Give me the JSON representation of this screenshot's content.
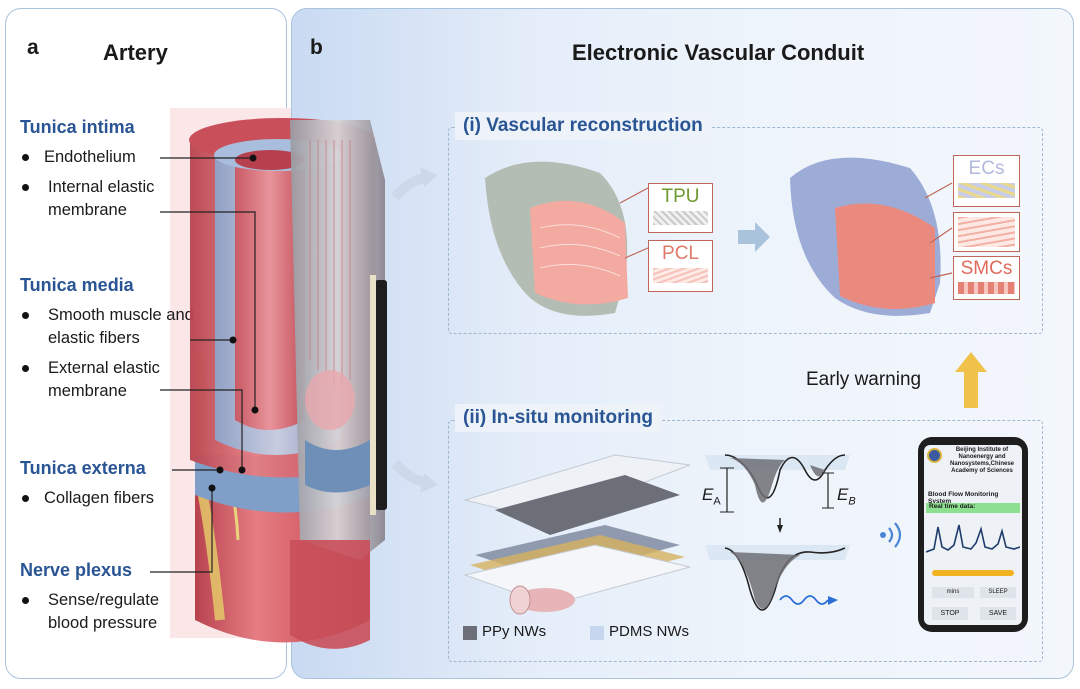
{
  "panel_a": {
    "label": "a",
    "title": "Artery",
    "layers": [
      {
        "heading": "Tunica intima",
        "items": [
          "Endothelium",
          "Internal elastic membrane"
        ]
      },
      {
        "heading": "Tunica media",
        "items": [
          "Smooth muscle and elastic fibers",
          "External elastic membrane"
        ]
      },
      {
        "heading": "Tunica externa",
        "items": [
          "Collagen fibers"
        ]
      },
      {
        "heading": "Nerve plexus",
        "items": [
          "Sense/regulate blood pressure"
        ]
      }
    ]
  },
  "panel_b": {
    "label": "b",
    "title": "Electronic Vascular Conduit",
    "section_i": {
      "title": "(i) Vascular reconstruction",
      "tags": [
        "TPU",
        "PCL",
        "ECs",
        "SMCs"
      ]
    },
    "early_warning": "Early warning",
    "section_ii": {
      "title": "(ii) In-situ monitoring",
      "legend": [
        "PPy NWs",
        "PDMS NWs"
      ],
      "energy_labels": {
        "ea": "E",
        "ea_sub": "A",
        "eb": "E",
        "eb_sub": "B"
      }
    },
    "phone": {
      "institution": "Beijing Institute of Nanoenergy and Nanosystems,Chinese Academy of Sciences",
      "system_title": "Blood Flow Monitoring System",
      "realtime_label": "Real time data:",
      "mins_label": "mins",
      "sleep_label": "SLEEP",
      "stop_label": "STOP",
      "save_label": "SAVE"
    }
  },
  "colors": {
    "heading_blue": "#2a5594",
    "panel_border": "#a9c3dd",
    "artery_red": "#d9646d",
    "tag_border": "#c0675a",
    "tpu_green": "#6e9a2e",
    "pcl_red": "#e07a68",
    "ecs_lavender": "#b3b8dd",
    "smcs_red": "#e06a5c",
    "arrow_gold": "#f0c24a"
  }
}
